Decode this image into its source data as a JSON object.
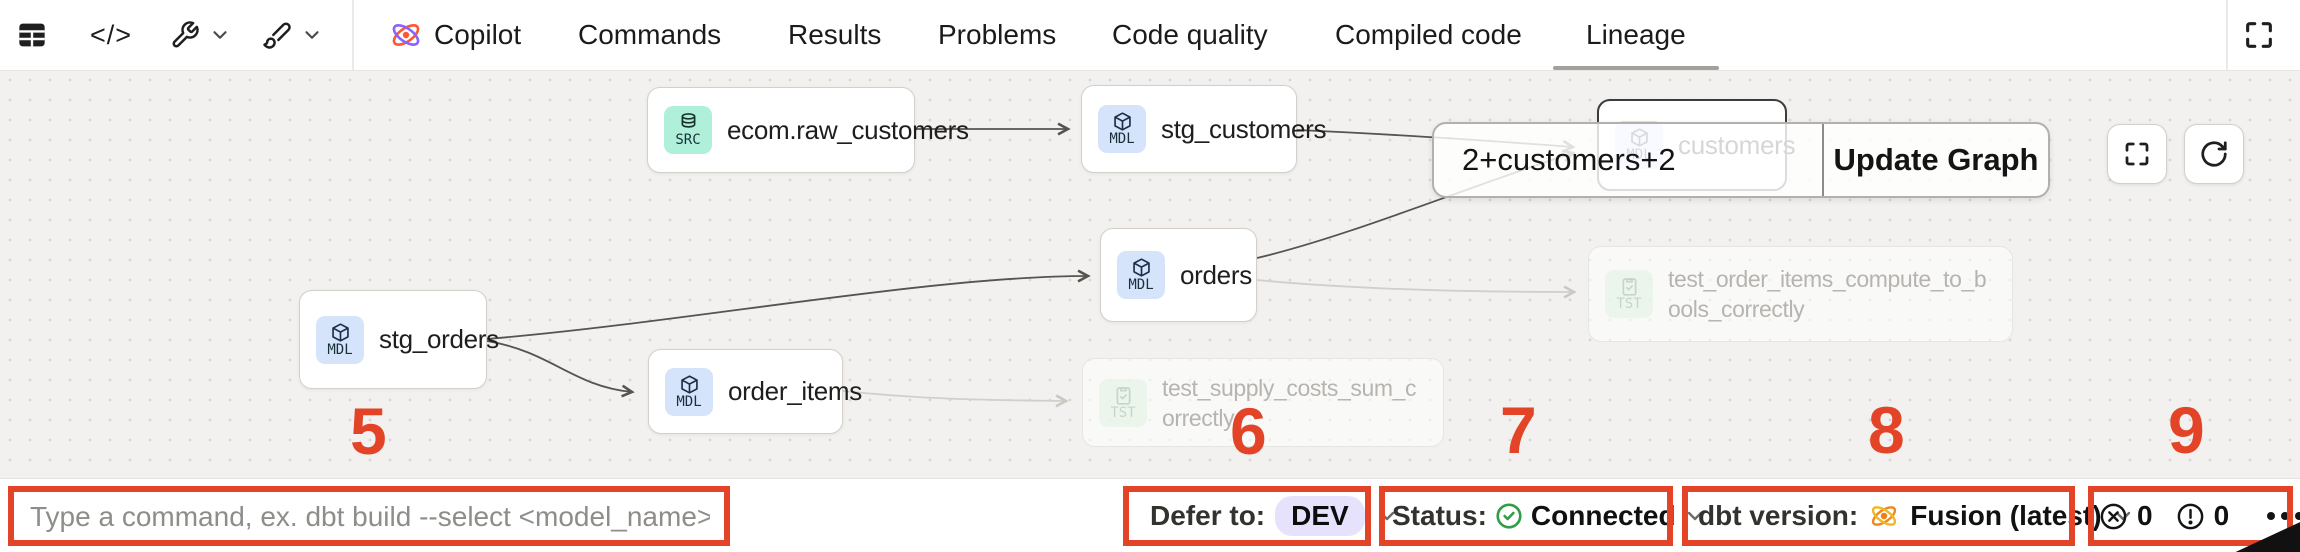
{
  "toolbar": {
    "code_glyph": "</>",
    "tabs": [
      {
        "label": "Copilot"
      },
      {
        "label": "Commands"
      },
      {
        "label": "Results"
      },
      {
        "label": "Problems"
      },
      {
        "label": "Code quality"
      },
      {
        "label": "Compiled code"
      },
      {
        "label": "Lineage"
      }
    ],
    "active_tab": "Lineage"
  },
  "graph": {
    "selector": {
      "query": "2+customers+2",
      "update_button": "Update Graph"
    },
    "nodes": {
      "raw_customers": {
        "badge": "SRC",
        "label": "ecom.raw_customers"
      },
      "stg_customers": {
        "badge": "MDL",
        "label": "stg_customers"
      },
      "customers": {
        "badge": "MDL",
        "label": "customers"
      },
      "orders": {
        "badge": "MDL",
        "label": "orders"
      },
      "stg_orders": {
        "badge": "MDL",
        "label": "stg_orders"
      },
      "order_items": {
        "badge": "MDL",
        "label": "order_items"
      },
      "test_order_items": {
        "badge": "TST",
        "label": "test_order_items_compute_to_bools_correctly"
      },
      "test_supply_costs": {
        "badge": "TST",
        "label": "test_supply_costs_sum_correctly"
      }
    }
  },
  "command_bar": {
    "placeholder": "Type a command, ex. dbt build --select <model_name>"
  },
  "status_bar": {
    "defer": {
      "label": "Defer to:",
      "value": "DEV"
    },
    "status": {
      "label": "Status:",
      "value": "Connected"
    },
    "version": {
      "label": "dbt version:",
      "value": "Fusion (latest)"
    },
    "counts": {
      "errors": "0",
      "warnings": "0"
    }
  },
  "annotations": {
    "labels": [
      "5",
      "6",
      "7",
      "8",
      "9"
    ]
  },
  "colors": {
    "annotation_red": "#e34427",
    "src_badge_bg": "#b0f0da",
    "mdl_badge_bg": "#d6e4fb",
    "tst_badge_bg": "#e1f3e2",
    "defer_pill_bg": "#e7e2fc",
    "status_green": "#2f9e47",
    "fusion_orange": "#f0871f",
    "copilot_orange": "#ff5632",
    "copilot_purple": "#8a63f9"
  }
}
